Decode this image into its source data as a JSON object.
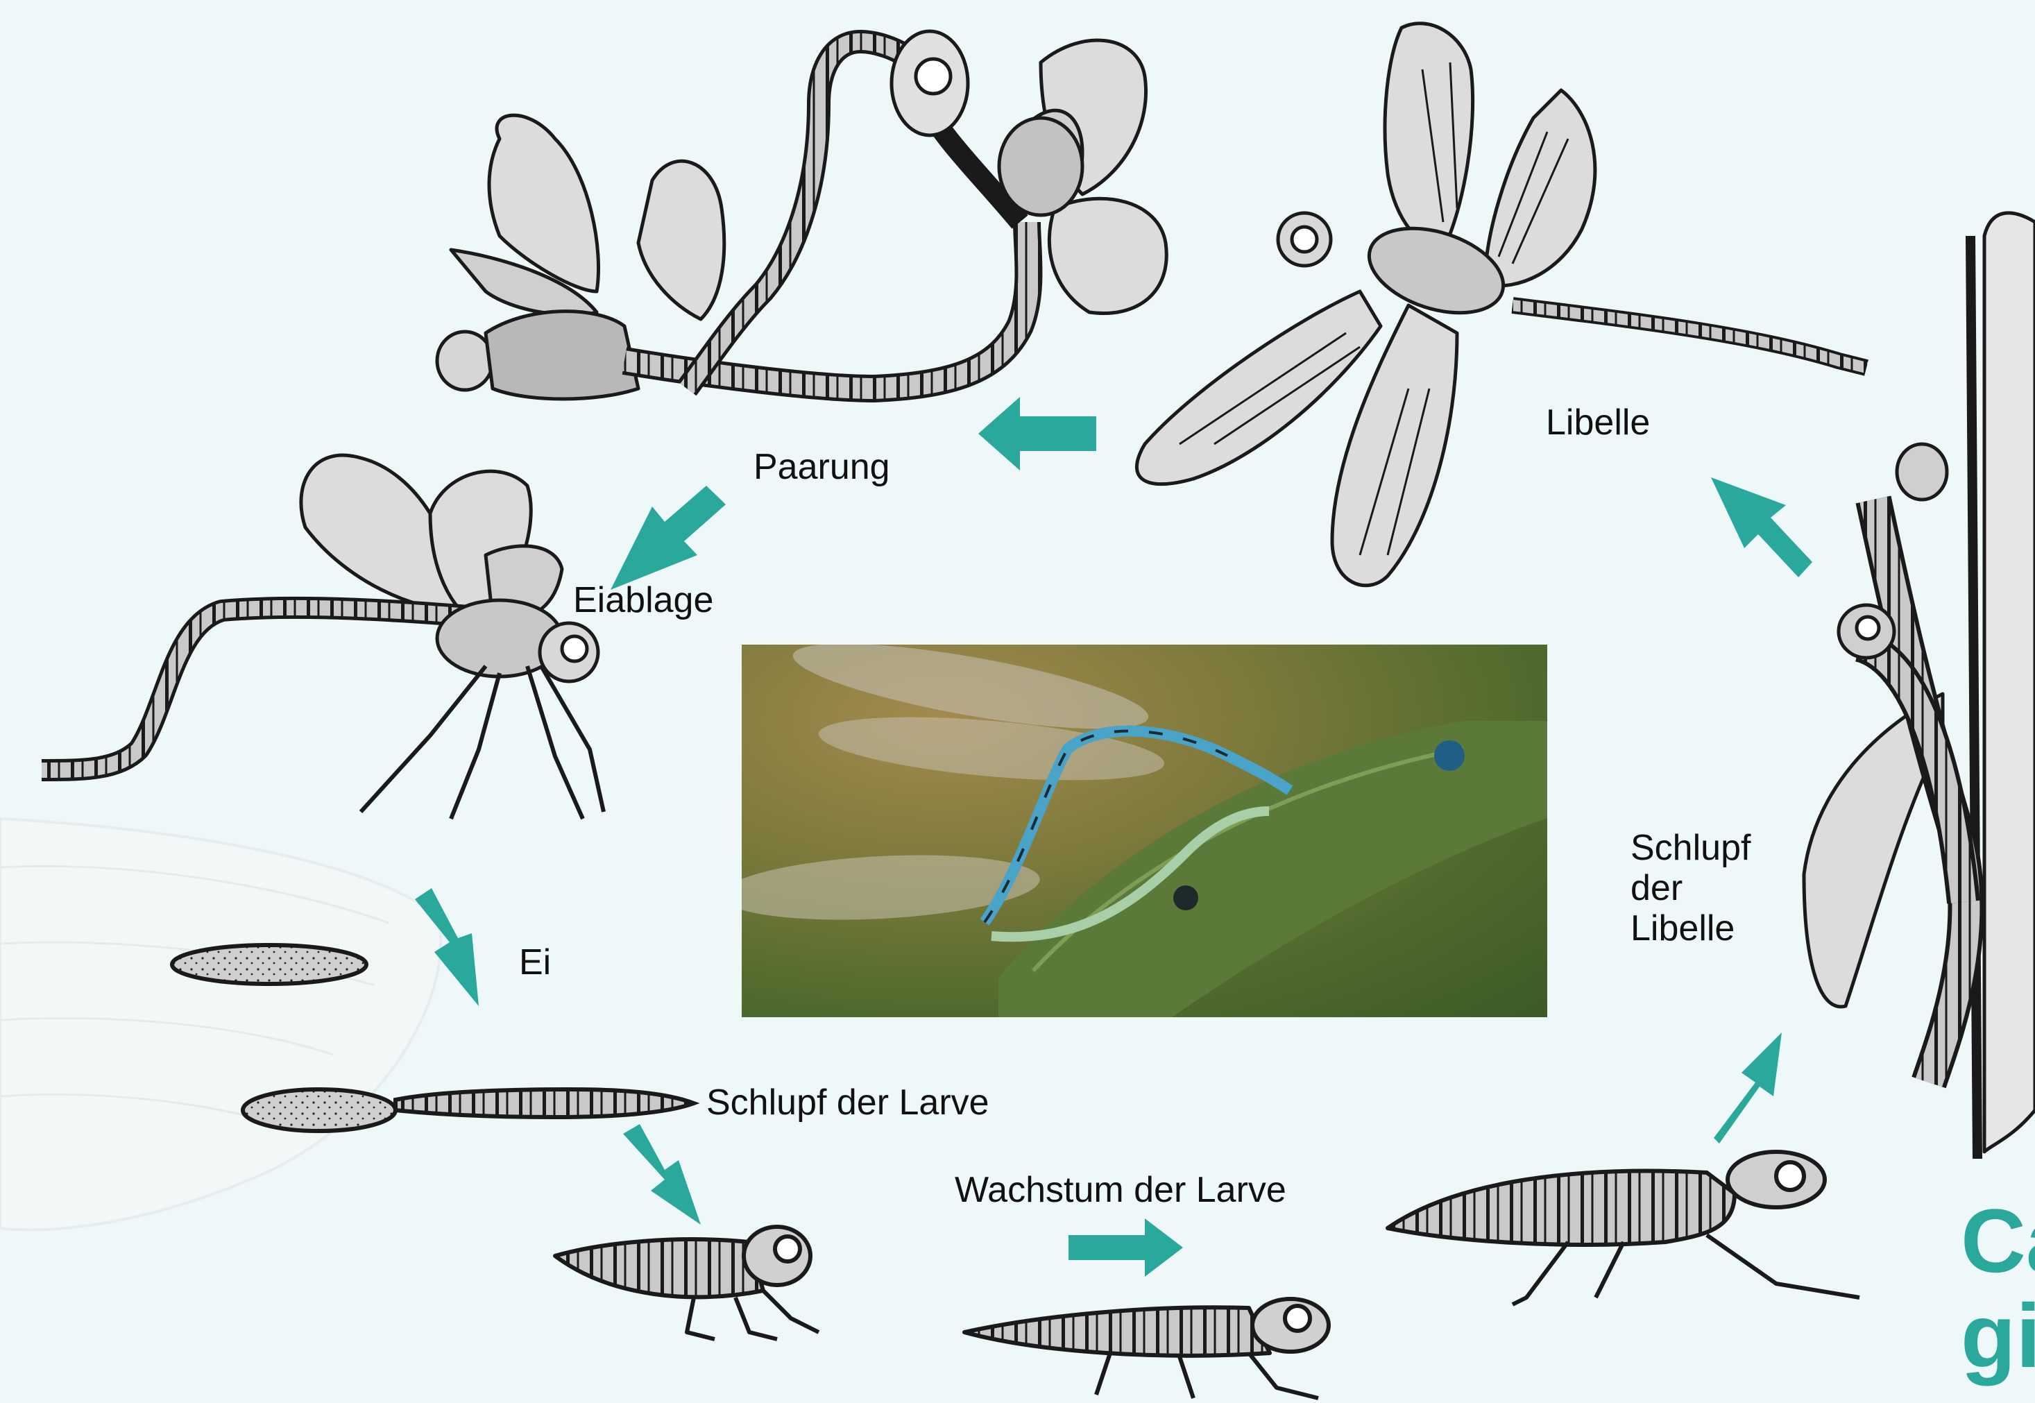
{
  "stages": {
    "paarung": "Paarung",
    "libelle": "Libelle",
    "eiablage": "Eiablage",
    "ei": "Ei",
    "schlupf_larve": "Schlupf der Larve",
    "wachstum_larve": "Wachstum der Larve",
    "schlupf_libelle": [
      "Schlupf",
      "der",
      "Libelle"
    ]
  },
  "cropped_title": [
    "Ca",
    "gi"
  ],
  "colors": {
    "background": "#eef8f8",
    "arrow": "#2aa89c",
    "ink": "#1a1a1a",
    "wing_fill": "#dcdcdc",
    "title": "#2aa89c"
  }
}
